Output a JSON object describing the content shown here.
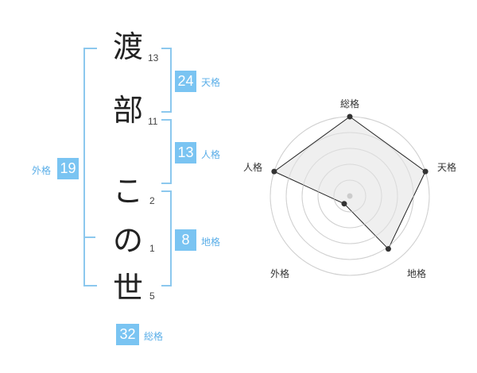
{
  "name": {
    "characters": [
      {
        "char": "渡",
        "strokes": "13"
      },
      {
        "char": "部",
        "strokes": "11"
      },
      {
        "char": "こ",
        "strokes": "2"
      },
      {
        "char": "の",
        "strokes": "1"
      },
      {
        "char": "世",
        "strokes": "5"
      }
    ]
  },
  "fortune": {
    "tenkaku": {
      "value": "24",
      "label": "天格"
    },
    "jinkaku": {
      "value": "13",
      "label": "人格"
    },
    "chikaku": {
      "value": "8",
      "label": "地格"
    },
    "gaikaku": {
      "value": "19",
      "label": "外格"
    },
    "soukaku": {
      "value": "32",
      "label": "総格"
    }
  },
  "chart_data": {
    "type": "radar",
    "axes": [
      "総格",
      "天格",
      "地格",
      "外格",
      "人格"
    ],
    "values": [
      1.0,
      1.0,
      0.8,
      0.0,
      1.0
    ],
    "rings": 5,
    "colors": {
      "fill": "#ececec",
      "ring": "#d0d0d0",
      "line": "#222222",
      "point": "#333333",
      "center": "#cccccc"
    }
  },
  "colors": {
    "accent": "#7ac4f2",
    "bracket": "#8cc8ee"
  }
}
